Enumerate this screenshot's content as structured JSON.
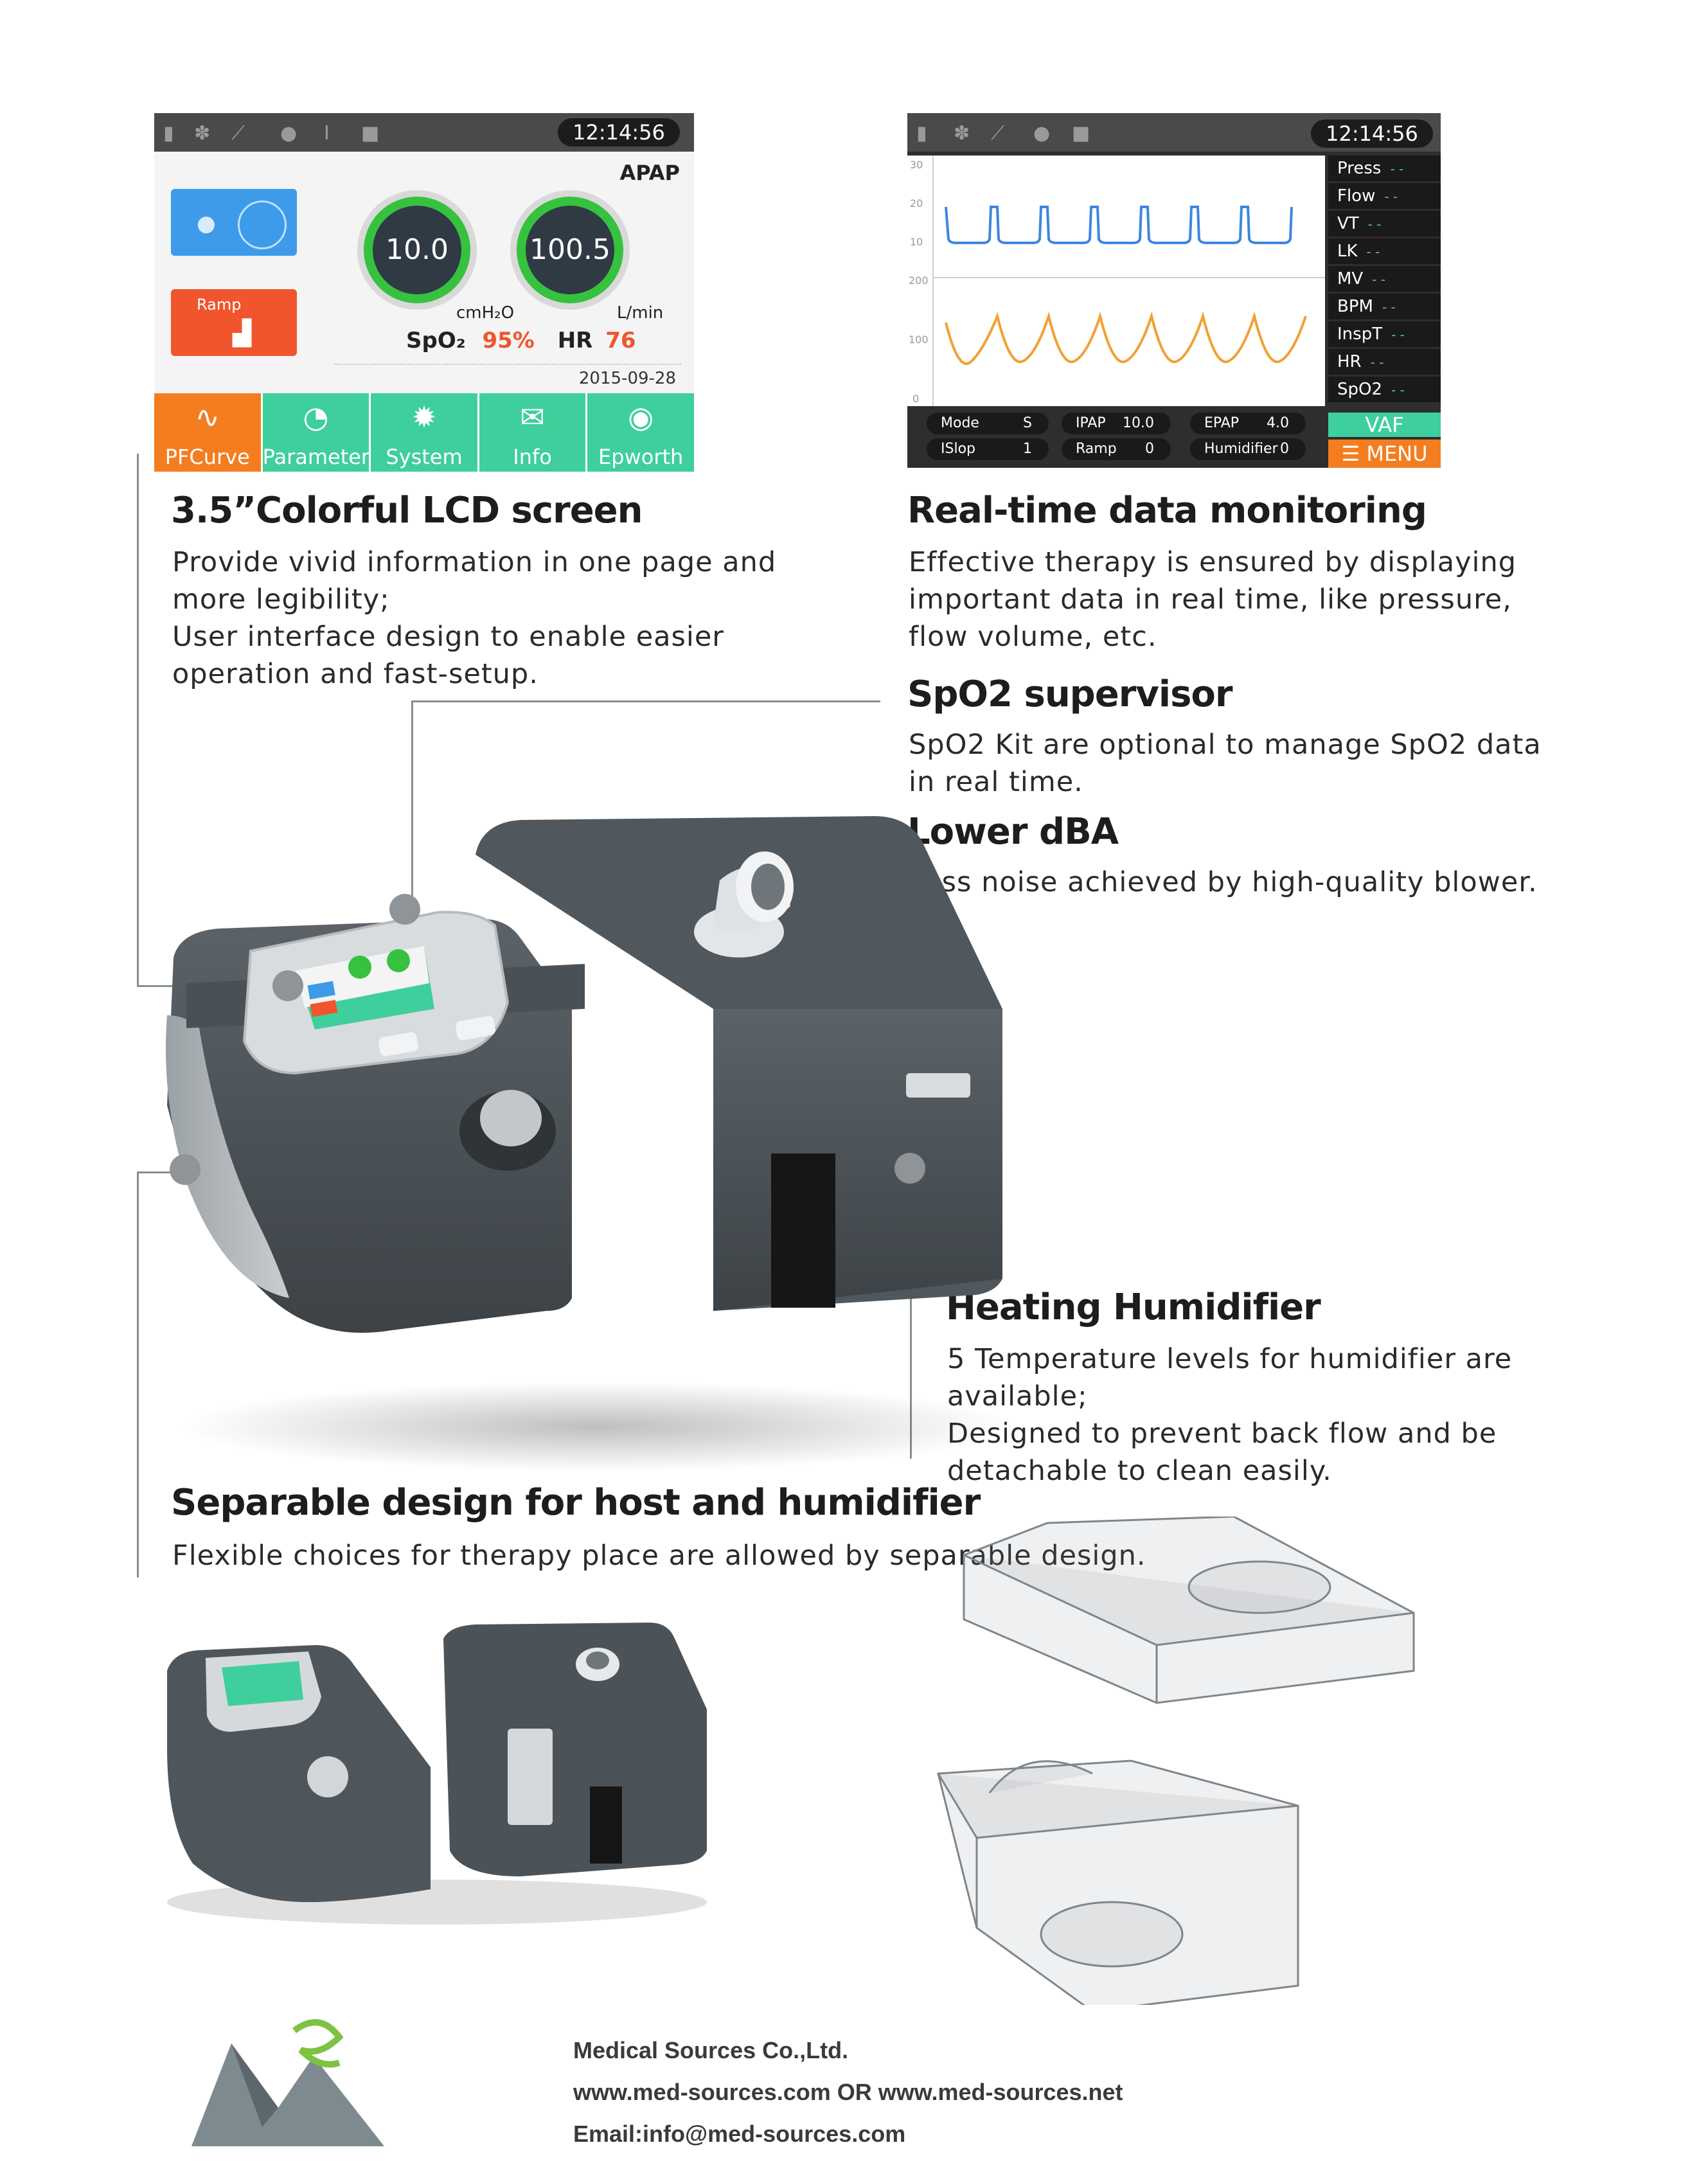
{
  "lcd_main": {
    "time": "12:14:56",
    "mode": "APAP",
    "pressure_value": "10.0",
    "pressure_unit": "cmH₂O",
    "flow_value": "100.5",
    "flow_unit": "L/min",
    "spo2_label": "SpO₂",
    "spo2_value": "95%",
    "hr_label": "HR",
    "hr_value": "76",
    "date": "2015-09-28",
    "ramp_label": "Ramp",
    "tabs": [
      "PFCurve",
      "Parameter",
      "System",
      "Info",
      "Epworth"
    ],
    "colors": {
      "tab_active": "#f47d20",
      "tab": "#3fcf9c",
      "gauge": "#36c23e",
      "humid": "#3d9be9",
      "ramp": "#f0552d"
    }
  },
  "lcd_monitor": {
    "time": "12:14:56",
    "pressure_axis_ticks": [
      "30",
      "20",
      "10"
    ],
    "flow_axis_ticks": [
      "200",
      "100",
      "0"
    ],
    "params": [
      "Press",
      "Flow",
      "VT",
      "LK",
      "MV",
      "BPM",
      "InspT",
      "HR",
      "SpO2"
    ],
    "param_value": "- -",
    "mode_name": "VAF",
    "menu_label": "MENU",
    "pills": [
      {
        "label": "Mode",
        "value": "S"
      },
      {
        "label": "IPAP",
        "value": "10.0"
      },
      {
        "label": "EPAP",
        "value": "4.0"
      },
      {
        "label": "ISlop",
        "value": "1"
      },
      {
        "label": "Ramp",
        "value": "0"
      },
      {
        "label": "Humidifier",
        "value": "0"
      }
    ]
  },
  "features": {
    "lcd": {
      "title": "3.5”Colorful LCD screen",
      "lines": [
        "Provide vivid information in one page and",
        "more legibility;",
        "User interface design to enable easier",
        "operation and fast-setup."
      ]
    },
    "monitoring": {
      "title": "Real-time data monitoring",
      "lines": [
        "Effective therapy is ensured by displaying",
        "important data in real time, like pressure,",
        "flow volume, etc."
      ]
    },
    "spo2": {
      "title": "SpO2 supervisor",
      "lines": [
        "SpO2 Kit are optional to manage SpO2 data",
        "in real time."
      ]
    },
    "dba": {
      "title": "Lower dBA",
      "lines": [
        "Less noise achieved by high-quality blower."
      ]
    },
    "humidifier": {
      "title": "Heating Humidifier",
      "lines": [
        "5 Temperature levels for humidifier are",
        "available;",
        "Designed to prevent back flow and be",
        "detachable to clean easily."
      ]
    },
    "separable": {
      "title": "Separable design for host and humidifier",
      "lines": [
        "Flexible choices for therapy place are allowed by separable design."
      ]
    }
  },
  "footer": {
    "company": "Medical Sources Co.,Ltd.",
    "websites": "www.med-sources.com OR www.med-sources.net",
    "email": "Email:info@med-sources.com"
  }
}
